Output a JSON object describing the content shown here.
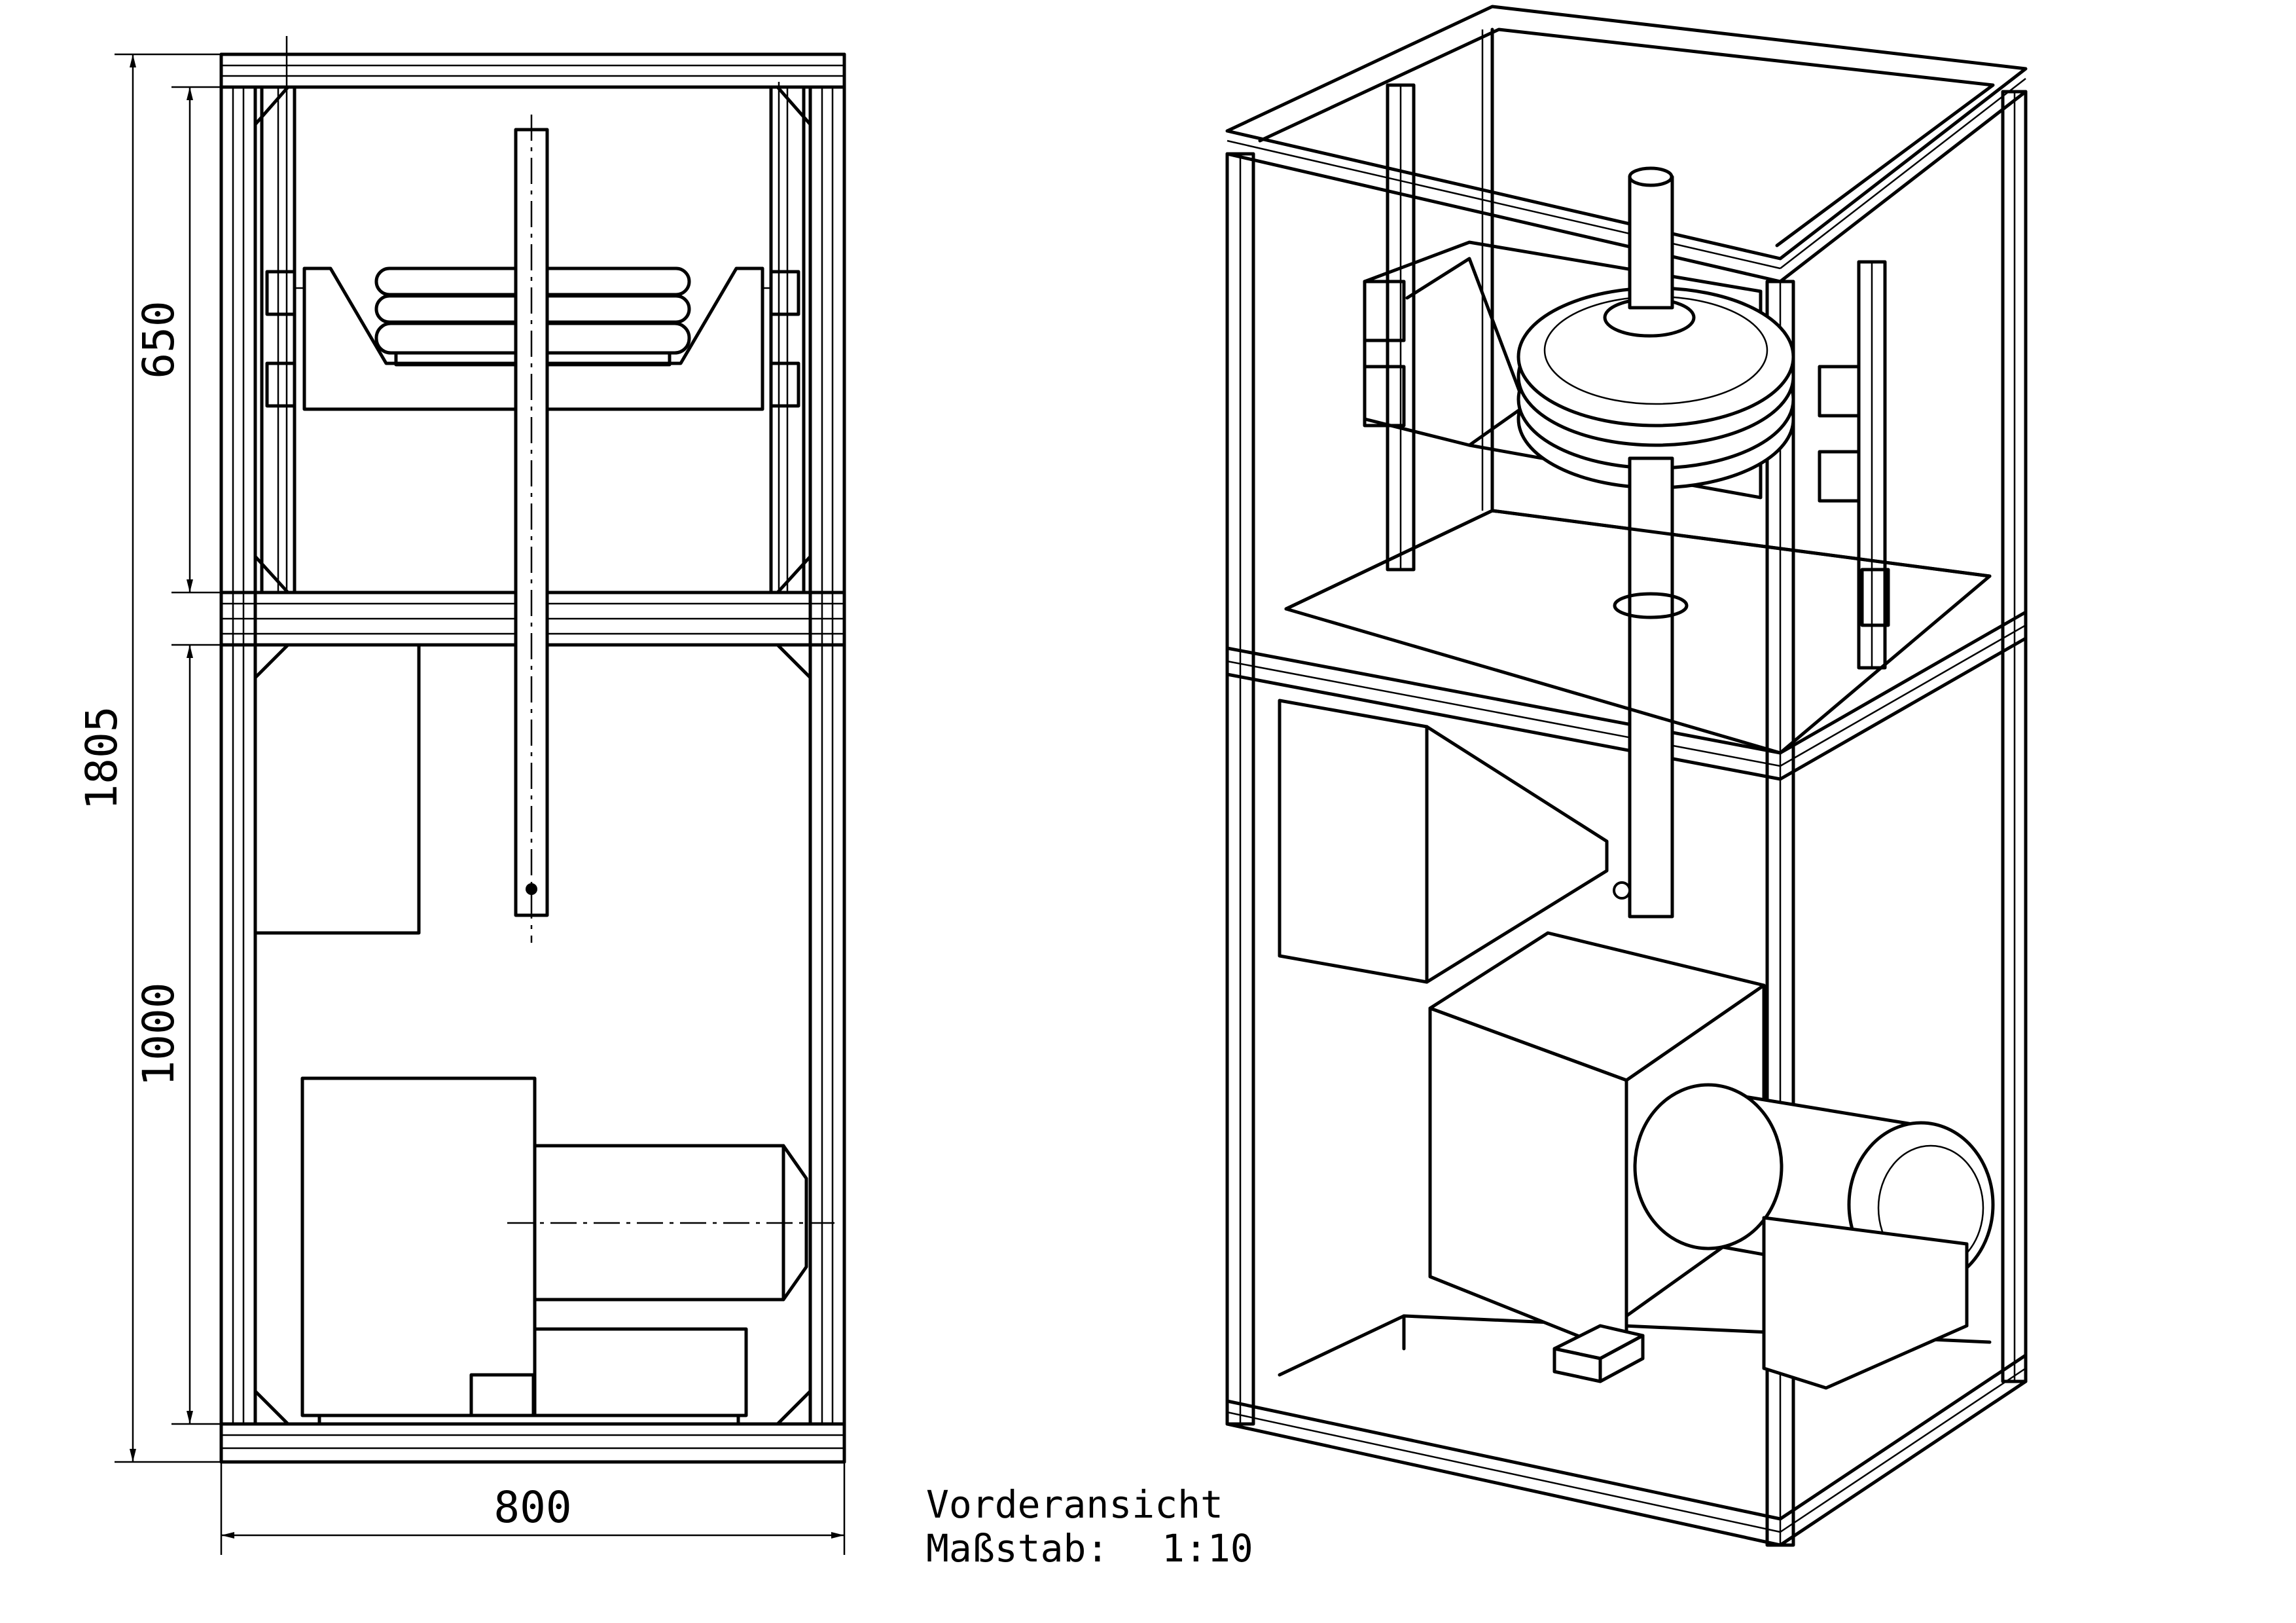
{
  "dimensions": {
    "total_height": "1805",
    "upper_height": "650",
    "lower_height": "1000",
    "width": "800"
  },
  "caption": {
    "view_label": "Vorderansicht",
    "scale_label": "Maßstab:",
    "scale_value": "1:10"
  },
  "colors": {
    "line": "#000000",
    "background": "#ffffff"
  }
}
